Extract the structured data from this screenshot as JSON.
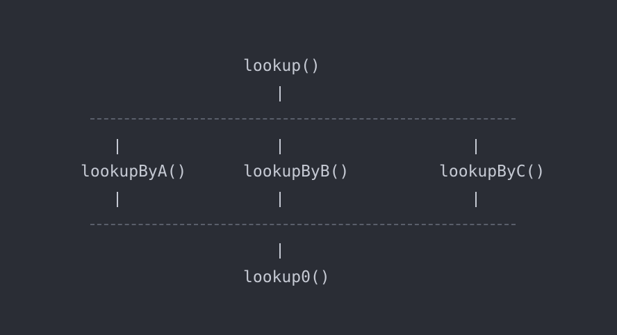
{
  "nodes": {
    "top": "lookup()",
    "a": "lookupByA()",
    "b": "lookupByB()",
    "c": "lookupByC()",
    "bottom": "lookup0()"
  }
}
